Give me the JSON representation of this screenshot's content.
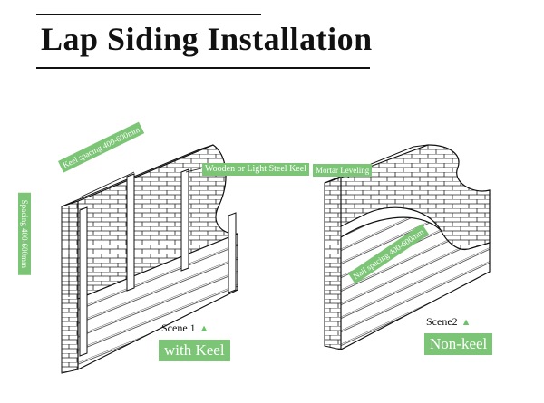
{
  "title": "Lap Siding Installation",
  "labels": {
    "keel_spacing": "Keel spacing 400-600mm",
    "vertical_spacing": "Spacing 400-600mm",
    "wooden_keel": "Wooden or Light Steel Keel",
    "mortar_leveling": "Mortar Leveling",
    "nail_spacing": "Nail spacing 400-600mm"
  },
  "scene1": {
    "caption": "Scene 1",
    "tag": "with Keel"
  },
  "scene2": {
    "caption": "Scene2",
    "tag": "Non-keel"
  },
  "colors": {
    "accent": "#7cc576",
    "triangle": "#6cc26a",
    "line": "#111111"
  }
}
